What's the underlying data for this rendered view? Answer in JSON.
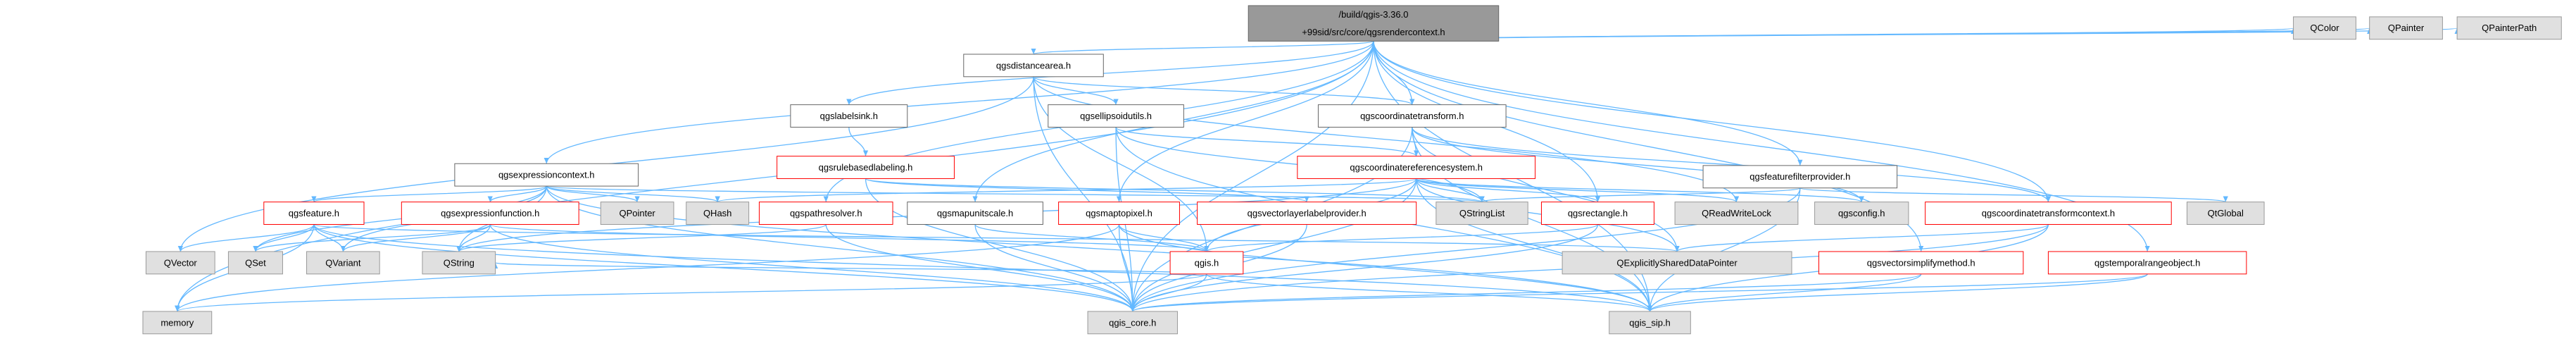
{
  "diagram": {
    "colors": {
      "edge": "#63b8ff",
      "root_fill": "#999999",
      "external_fill": "#e0e0e0",
      "documented_border": "#666666",
      "undocumented_border": "#ff0000"
    },
    "nodes": {
      "root": {
        "lines": [
          "/build/qgis-3.36.0",
          "+99sid/src/core/qgsrendercontext.h"
        ]
      },
      "qgsdistancearea": {
        "lines": [
          "qgsdistancearea.h"
        ]
      },
      "qgslabelsink": {
        "lines": [
          "qgslabelsink.h"
        ]
      },
      "qgsellipsoidutils": {
        "lines": [
          "qgsellipsoidutils.h"
        ]
      },
      "qgscoordinatetransform": {
        "lines": [
          "qgscoordinatetransform.h"
        ]
      },
      "qgsexpressioncontext": {
        "lines": [
          "qgsexpressioncontext.h"
        ]
      },
      "qgsrulebasedlabeling": {
        "lines": [
          "qgsrulebasedlabeling.h"
        ]
      },
      "qgscoordinatereferencesystem": {
        "lines": [
          "qgscoordinatereferencesystem.h"
        ]
      },
      "qgsfeaturefilterprovider": {
        "lines": [
          "qgsfeaturefilterprovider.h"
        ]
      },
      "qgsfeature": {
        "lines": [
          "qgsfeature.h"
        ]
      },
      "qgsexpressionfunction": {
        "lines": [
          "qgsexpressionfunction.h"
        ]
      },
      "qpointer": {
        "lines": [
          "QPointer"
        ]
      },
      "qhash": {
        "lines": [
          "QHash"
        ]
      },
      "qgspathresolver": {
        "lines": [
          "qgspathresolver.h"
        ]
      },
      "qgsmapunitscale": {
        "lines": [
          "qgsmapunitscale.h"
        ]
      },
      "qgsmaptopixel": {
        "lines": [
          "qgsmaptopixel.h"
        ]
      },
      "qgsvectorlayerlabelprovider": {
        "lines": [
          "qgsvectorlayerlabelprovider.h"
        ]
      },
      "qstringlist": {
        "lines": [
          "QStringList"
        ]
      },
      "qgsrectangle": {
        "lines": [
          "qgsrectangle.h"
        ]
      },
      "qreadwritelock": {
        "lines": [
          "QReadWriteLock"
        ]
      },
      "qgsconfig": {
        "lines": [
          "qgsconfig.h"
        ]
      },
      "qgscoordinatetransformcontext": {
        "lines": [
          "qgscoordinatetransformcontext.h"
        ]
      },
      "qtglobal": {
        "lines": [
          "QtGlobal"
        ]
      },
      "qvector": {
        "lines": [
          "QVector"
        ]
      },
      "qset": {
        "lines": [
          "QSet"
        ]
      },
      "qvariant": {
        "lines": [
          "QVariant"
        ]
      },
      "qstring": {
        "lines": [
          "QString"
        ]
      },
      "qgis": {
        "lines": [
          "qgis.h"
        ]
      },
      "qexplicitlyshareddatapointer": {
        "lines": [
          "QExplicitlySharedDataPointer"
        ]
      },
      "qgsvectorsimplifymethod": {
        "lines": [
          "qgsvectorsimplifymethod.h"
        ]
      },
      "qgstemporalrangeobject": {
        "lines": [
          "qgstemporalrangeobject.h"
        ]
      },
      "memory": {
        "lines": [
          "memory"
        ]
      },
      "qgis_core": {
        "lines": [
          "qgis_core.h"
        ]
      },
      "qgis_sip": {
        "lines": [
          "qgis_sip.h"
        ]
      },
      "qcolor": {
        "lines": [
          "QColor"
        ]
      },
      "qpainter": {
        "lines": [
          "QPainter"
        ]
      },
      "qpainterpath": {
        "lines": [
          "QPainterPath"
        ]
      }
    }
  }
}
